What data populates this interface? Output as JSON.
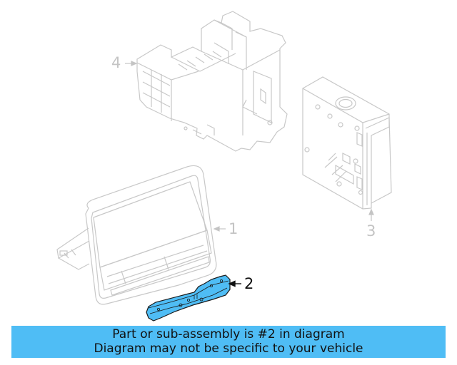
{
  "diagram": {
    "callouts": [
      {
        "number": "1",
        "label": "1",
        "highlighted": false
      },
      {
        "number": "2",
        "label": "2",
        "highlighted": true
      },
      {
        "number": "3",
        "label": "3",
        "highlighted": false
      },
      {
        "number": "4",
        "label": "4",
        "highlighted": false
      }
    ],
    "colors": {
      "line_dim": "#c8c8c8",
      "highlight_fill": "#4fbdf5",
      "highlight_stroke": "#1a1a1a",
      "banner_bg": "#4fbdf5"
    }
  },
  "banner": {
    "line1": "Part or sub-assembly is #2 in diagram",
    "line2": "Diagram may not be specific to your vehicle"
  }
}
